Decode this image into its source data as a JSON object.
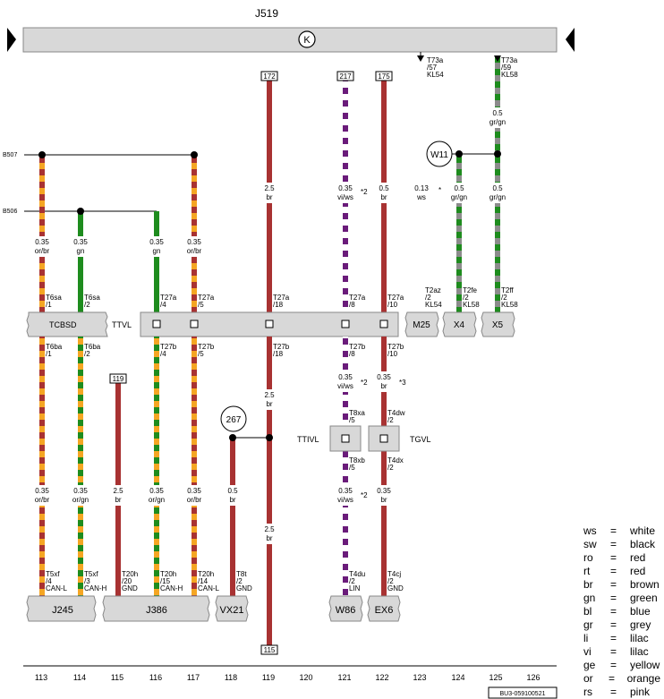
{
  "diagram": {
    "control_unit": "J519",
    "ground_symbol": "K",
    "bus_labels": {
      "b507": "B507",
      "b506": "B506"
    },
    "busbar_labels": {
      "tcbsd": "TCBSD",
      "ttvl": "TTVL"
    },
    "top_boxes": [
      "M25",
      "X4",
      "X5"
    ],
    "bottom_boxes": [
      "J245",
      "J386",
      "VX21",
      "W86",
      "EX6"
    ],
    "mid_connector_labels": {
      "ttivl": "TTIVL",
      "tgvl": "TGVL"
    },
    "reference_numbers": [
      "172",
      "217",
      "175",
      "119",
      "115"
    ],
    "circle_labels": [
      "W11",
      "267"
    ],
    "column_numbers": [
      "113",
      "114",
      "115",
      "116",
      "117",
      "118",
      "119",
      "120",
      "121",
      "122",
      "123",
      "124",
      "125",
      "126"
    ],
    "doc_id": "BU3-059100521",
    "top_wire_labels": [
      {
        "id": "t73a57",
        "l1": "T73a",
        "l2": "/57",
        "l3": "KL54"
      },
      {
        "id": "t73a59",
        "l1": "T73a",
        "l2": "/59",
        "l3": "KL58"
      }
    ],
    "wire_labels": {
      "w113a": [
        "0.35",
        "or/br"
      ],
      "w114a": [
        "0.35",
        "gn"
      ],
      "w116a": [
        "0.35",
        "gn"
      ],
      "w117a": [
        "0.35",
        "or/br"
      ],
      "w119a": [
        "2.5",
        "br"
      ],
      "w121a": [
        "0.35",
        "vi/ws"
      ],
      "w122a": [
        "0.5",
        "br"
      ],
      "w123a": [
        "0.13",
        "ws"
      ],
      "w124a": [
        "0.5",
        "gr/gn"
      ],
      "w125a": [
        "0.5",
        "gr/gn"
      ],
      "w125top": [
        "0.5",
        "gr/gn"
      ],
      "w113b": [
        "0.35",
        "or/br"
      ],
      "w114b": [
        "0.35",
        "or/gn"
      ],
      "w115b": [
        "2.5",
        "br"
      ],
      "w116b": [
        "0.35",
        "or/gn"
      ],
      "w117b": [
        "0.35",
        "or/br"
      ],
      "w118b": [
        "0.5",
        "br"
      ],
      "w119b": [
        "2.5",
        "br"
      ],
      "w119c": [
        "2.5",
        "br"
      ],
      "w121b": [
        "0.35",
        "vi/ws"
      ],
      "w122b": [
        "0.35",
        "br"
      ],
      "w121c": [
        "0.35",
        "vi/ws"
      ],
      "w122c": [
        "0.35",
        "br"
      ]
    },
    "footnotes": {
      "f1": "*2",
      "f2": "*",
      "f3": "*2",
      "f4": "*3",
      "f5": "*2"
    },
    "pin_labels": [
      {
        "id": "p113a",
        "l1": "T6sa",
        "l2": "/1"
      },
      {
        "id": "p114a",
        "l1": "T6sa",
        "l2": "/2"
      },
      {
        "id": "p116a",
        "l1": "T27a",
        "l2": "/4"
      },
      {
        "id": "p117a",
        "l1": "T27a",
        "l2": "/5"
      },
      {
        "id": "p119a",
        "l1": "T27a",
        "l2": "/18"
      },
      {
        "id": "p121a",
        "l1": "T27a",
        "l2": "/8"
      },
      {
        "id": "p122a",
        "l1": "T27a",
        "l2": "/10"
      },
      {
        "id": "p123a",
        "l1": "T2az",
        "l2": "/2",
        "l3": "KL54"
      },
      {
        "id": "p124a",
        "l1": "T2fe",
        "l2": "/2",
        "l3": "KL58"
      },
      {
        "id": "p125a",
        "l1": "T2ff",
        "l2": "/2",
        "l3": "KL58"
      },
      {
        "id": "p113b",
        "l1": "T6ba",
        "l2": "/1"
      },
      {
        "id": "p114b",
        "l1": "T6ba",
        "l2": "/2"
      },
      {
        "id": "p116b",
        "l1": "T27b",
        "l2": "/4"
      },
      {
        "id": "p117b",
        "l1": "T27b",
        "l2": "/5"
      },
      {
        "id": "p119b",
        "l1": "T27b",
        "l2": "/18"
      },
      {
        "id": "p121b",
        "l1": "T27b",
        "l2": "/8"
      },
      {
        "id": "p122b",
        "l1": "T27b",
        "l2": "/10"
      },
      {
        "id": "p121c",
        "l1": "T8xa",
        "l2": "/5"
      },
      {
        "id": "p122c",
        "l1": "T4dw",
        "l2": "/2"
      },
      {
        "id": "p121d",
        "l1": "T8xb",
        "l2": "/5"
      },
      {
        "id": "p122d",
        "l1": "T4dx",
        "l2": "/2"
      },
      {
        "id": "p113c",
        "l1": "T5xf",
        "l2": "/4",
        "l3": "CAN-L"
      },
      {
        "id": "p114c",
        "l1": "T5xf",
        "l2": "/3",
        "l3": "CAN-H"
      },
      {
        "id": "p115c",
        "l1": "T20h",
        "l2": "/20",
        "l3": "GND"
      },
      {
        "id": "p116c",
        "l1": "T20h",
        "l2": "/15",
        "l3": "CAN-H"
      },
      {
        "id": "p117c",
        "l1": "T20h",
        "l2": "/14",
        "l3": "CAN-L"
      },
      {
        "id": "p118c",
        "l1": "T8t",
        "l2": "/2",
        "l3": "GND"
      },
      {
        "id": "p121e",
        "l1": "T4du",
        "l2": "/2",
        "l3": "LIN"
      },
      {
        "id": "p122e",
        "l1": "T4cj",
        "l2": "/2",
        "l3": "GND"
      }
    ],
    "color_legend": [
      {
        "code": "ws",
        "eq": "=",
        "meaning": "white"
      },
      {
        "code": "sw",
        "eq": "=",
        "meaning": "black"
      },
      {
        "code": "ro",
        "eq": "=",
        "meaning": "red"
      },
      {
        "code": "rt",
        "eq": "=",
        "meaning": "red"
      },
      {
        "code": "br",
        "eq": "=",
        "meaning": "brown"
      },
      {
        "code": "gn",
        "eq": "=",
        "meaning": "green"
      },
      {
        "code": "bl",
        "eq": "=",
        "meaning": "blue"
      },
      {
        "code": "gr",
        "eq": "=",
        "meaning": "grey"
      },
      {
        "code": "li",
        "eq": "=",
        "meaning": "lilac"
      },
      {
        "code": "vi",
        "eq": "=",
        "meaning": "lilac"
      },
      {
        "code": "ge",
        "eq": "=",
        "meaning": "yellow"
      },
      {
        "code": "or",
        "eq": "=",
        "meaning": "orange"
      },
      {
        "code": "rs",
        "eq": "=",
        "meaning": "pink"
      }
    ],
    "wire_colors": {
      "orange": "#f5a623",
      "brown": "#a83232",
      "green": "#1e8c1e",
      "violet": "#6a1b7a",
      "grey": "#8c8c8c",
      "white": "#ffffff",
      "box_fill": "#d8d8d8"
    }
  }
}
